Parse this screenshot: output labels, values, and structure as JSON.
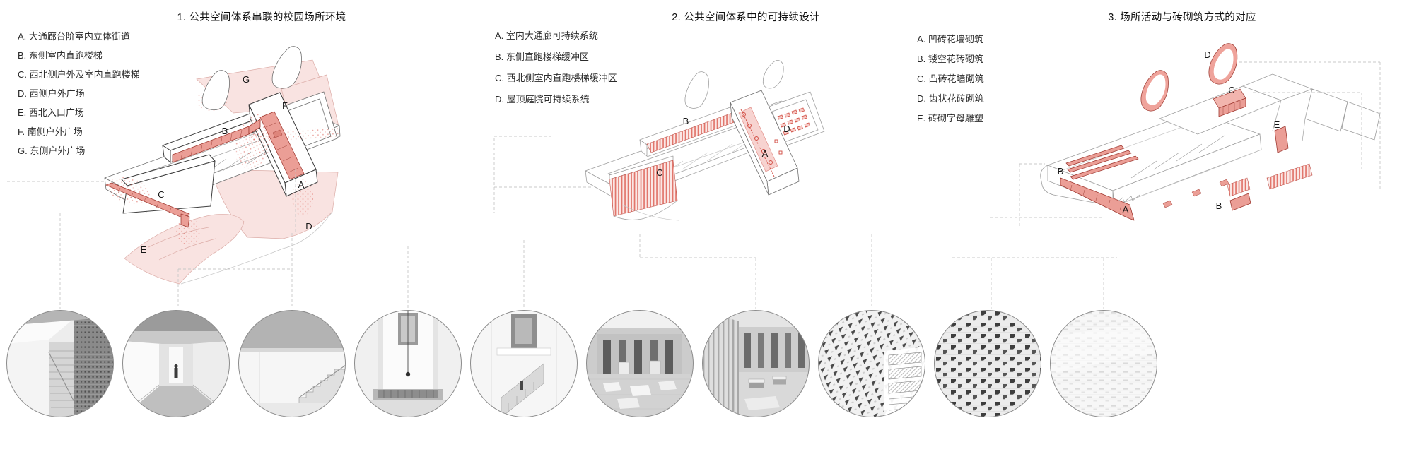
{
  "colors": {
    "plaza_pink": "#f9e3e1",
    "stair_salmon": "#eb9e96",
    "hatch_red": "#e2766c",
    "stipple_red": "#d95348",
    "line_dark": "#3f3f3f",
    "line_light": "#9f9f9f",
    "leader_gray": "#c8c8c8"
  },
  "panels": [
    {
      "title": "1. 公共空间体系串联的校园场所环境",
      "legend": [
        "A. 大通廊台阶室内立体街道",
        "B. 东侧室内直跑楼梯",
        "C. 西北侧户外及室内直跑楼梯",
        "D. 西侧户外广场",
        "E. 西北入口广场",
        "F. 南侧户外广场",
        "G. 东侧户外广场"
      ],
      "marks": [
        "A",
        "B",
        "C",
        "D",
        "E",
        "F",
        "G"
      ]
    },
    {
      "title": "2. 公共空间体系中的可持续设计",
      "legend": [
        "A. 室内大通廊可持续系统",
        "B. 东侧直跑楼梯缓冲区",
        "C. 西北侧室内直跑楼梯缓冲区",
        "D. 屋顶庭院可持续系统"
      ],
      "marks": [
        "A",
        "B",
        "C",
        "D"
      ]
    },
    {
      "title": "3. 场所活动与砖砌筑方式的对应",
      "legend": [
        "A. 凹砖花墙砌筑",
        "B. 镂空花砖砌筑",
        "C. 凸砖花墙砌筑",
        "D. 齿状花砖砌筑",
        "E. 砖砌字母雕塑"
      ],
      "marks": [
        "A",
        "B",
        "C",
        "D",
        "E"
      ]
    }
  ],
  "photos": [
    "interior-stair-beside-brick-wall",
    "long-corridor-with-figure",
    "white-stair-hall",
    "tall-atrium-with-pendant-light",
    "atrium-stair-void",
    "courtyard-hall-skylight-floor",
    "courtyard-hall-benches",
    "diagonal-perforated-brick-texture",
    "dentil-brick-pattern-texture",
    "white-brick-relief-texture"
  ]
}
